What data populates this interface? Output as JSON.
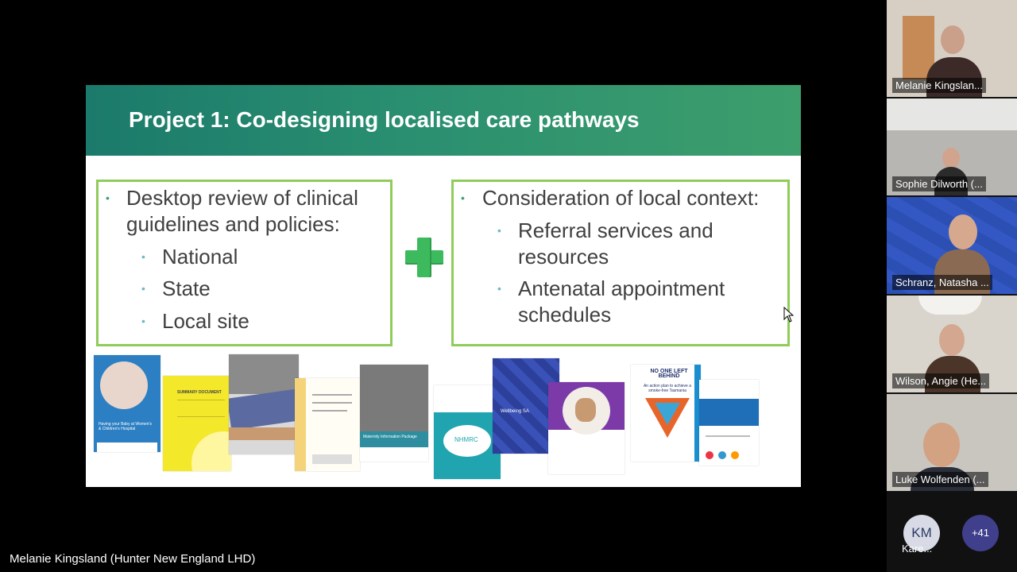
{
  "slide": {
    "title": "Project 1: Co-designing localised care pathways",
    "left_box": {
      "heading_line1": "Desktop review of clinical",
      "heading_line2": "guidelines and policies:",
      "items": [
        "National",
        "State",
        "Local site"
      ]
    },
    "right_box": {
      "heading": "Consideration of local context:",
      "items": [
        {
          "line1": "Referral services and",
          "line2": "resources"
        },
        {
          "line1": "Antenatal appointment",
          "line2": "schedules"
        }
      ]
    },
    "documents": {
      "doc1": "Having your Baby at Women's & Children's Hospital",
      "doc2": "SUMMARY DOCUMENT",
      "doc5": "Maternity Information Package",
      "doc6": "NHMRC",
      "doc7": "Wellbeing SA",
      "doc9": "NO ONE LEFT BEHIND",
      "doc9_sub": "An action plan to achieve a smoke-free Tasmania"
    }
  },
  "participants": [
    {
      "name": "Melanie Kingslan..."
    },
    {
      "name": "Sophie Dilworth (..."
    },
    {
      "name": "Schranz, Natasha ..."
    },
    {
      "name": "Wilson, Angie (He..."
    },
    {
      "name": "Luke Wolfenden (..."
    }
  ],
  "overflow": {
    "initials": "KM",
    "name": "Kare...",
    "more_count": "+41"
  },
  "active_speaker": "Melanie Kingsland (Hunter New England LHD)",
  "colors": {
    "header_start": "#1b7a6b",
    "header_end": "#3d9e6c",
    "box_border": "#8fcc5a",
    "plus_green": "#3dba5e",
    "more_badge": "#3f3f8c"
  }
}
